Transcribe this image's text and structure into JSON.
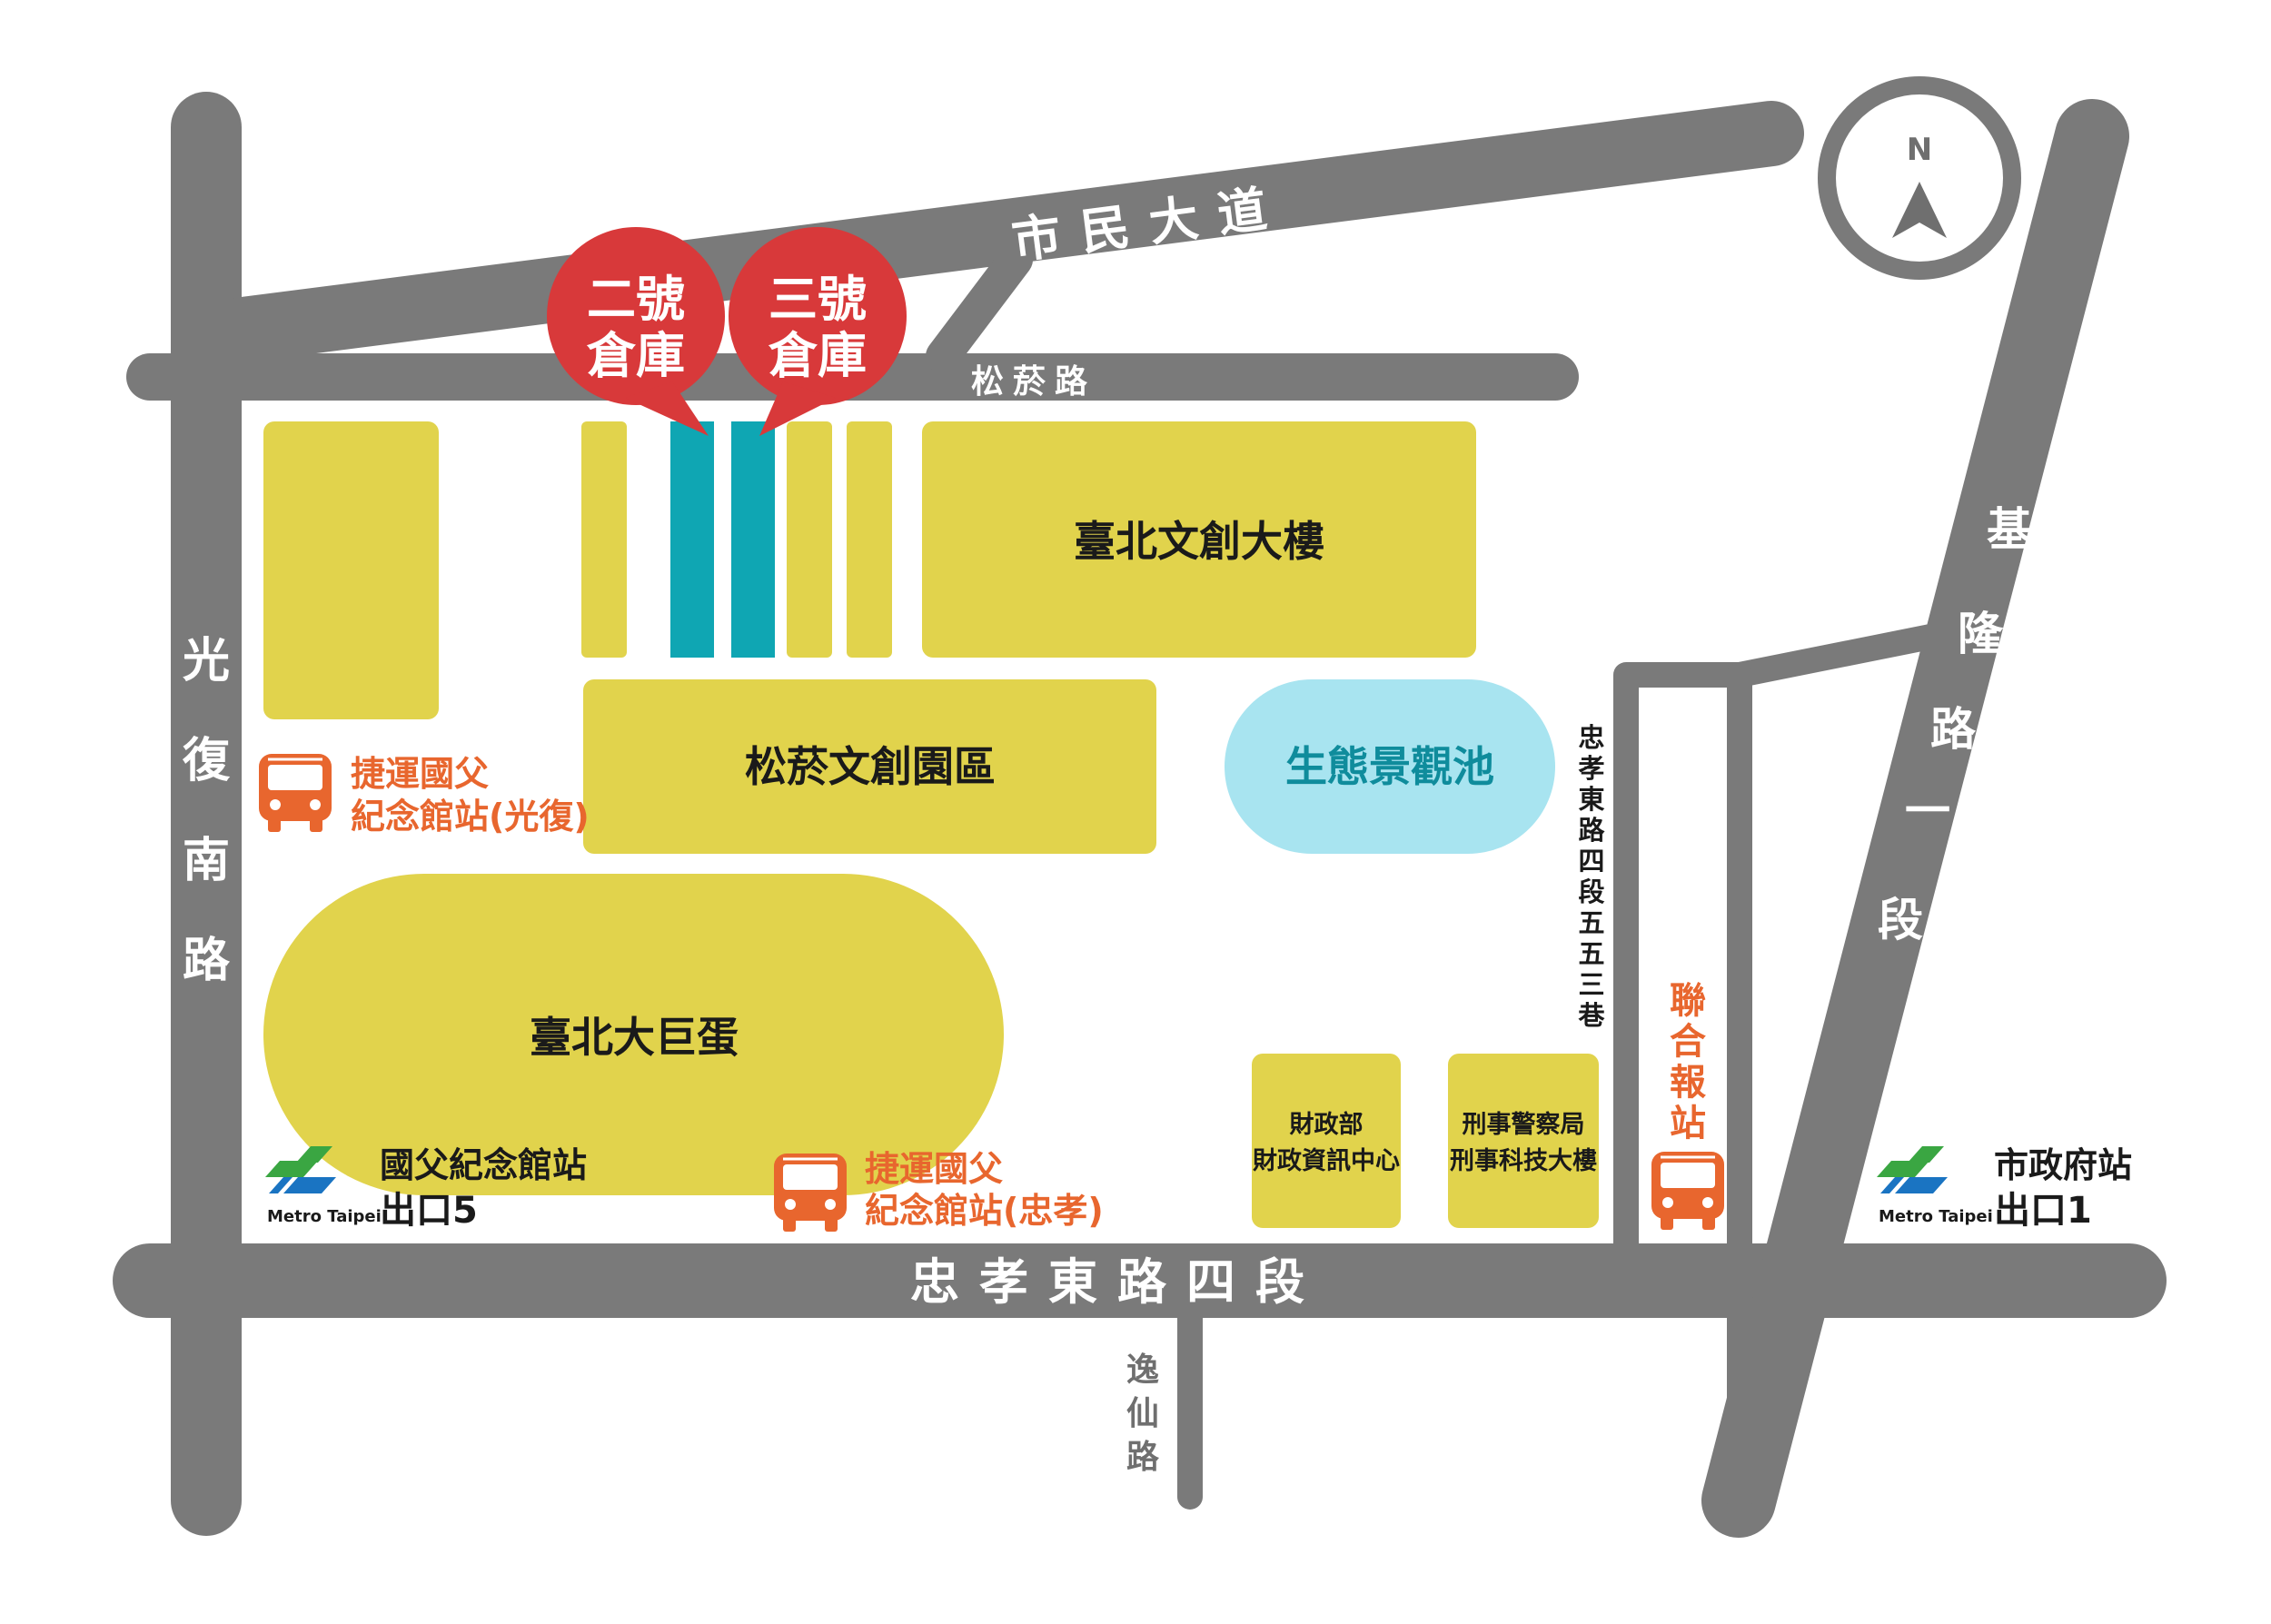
{
  "colors": {
    "road": "#7a7a7a",
    "building": "#e1d34c",
    "warehouse": "#0fa6b3",
    "pond": "#a8e4f0",
    "pin": "#d8393a",
    "bus": "#e8662e",
    "metro_green": "#3aa642",
    "metro_blue": "#1a74c2"
  },
  "compass": {
    "label": "N"
  },
  "roads": {
    "shimin": "市民大道",
    "songyan": "松菸路",
    "guangfu": [
      "光",
      "復",
      "南",
      "路"
    ],
    "zhongxiao": "忠孝東路四段",
    "yixian": [
      "逸",
      "仙",
      "路"
    ],
    "keelung": [
      "基",
      "隆",
      "路",
      "一",
      "段"
    ],
    "lane553": [
      "忠",
      "孝",
      "東",
      "路",
      "四",
      "段",
      "五",
      "五",
      "三",
      "巷"
    ]
  },
  "pins": {
    "warehouse2": {
      "line1": "二號",
      "line2": "倉庫"
    },
    "warehouse3": {
      "line1": "三號",
      "line2": "倉庫"
    }
  },
  "buildings": {
    "wenchuang": "臺北文創大樓",
    "songshan_park": "松菸文創園區",
    "pond": "生態景觀池",
    "dome": "臺北大巨蛋",
    "finance": {
      "line1": "財政部",
      "line2": "財政資訊中心"
    },
    "police": {
      "line1": "刑事警察局",
      "line2": "刑事科技大樓"
    }
  },
  "bus_stops": {
    "guangfu": {
      "line1": "捷運國父",
      "line2": "紀念館站(光復)"
    },
    "zhongxiao": {
      "line1": "捷運國父",
      "line2": "紀念館站(忠孝)"
    },
    "udn": [
      "聯",
      "合",
      "報",
      "站"
    ]
  },
  "metro": {
    "brand": "Metro Taipei",
    "sys_hall": {
      "name": "國父紀念館站",
      "exit": "出口5"
    },
    "city_hall": {
      "name": "市政府站",
      "exit": "出口1"
    }
  }
}
